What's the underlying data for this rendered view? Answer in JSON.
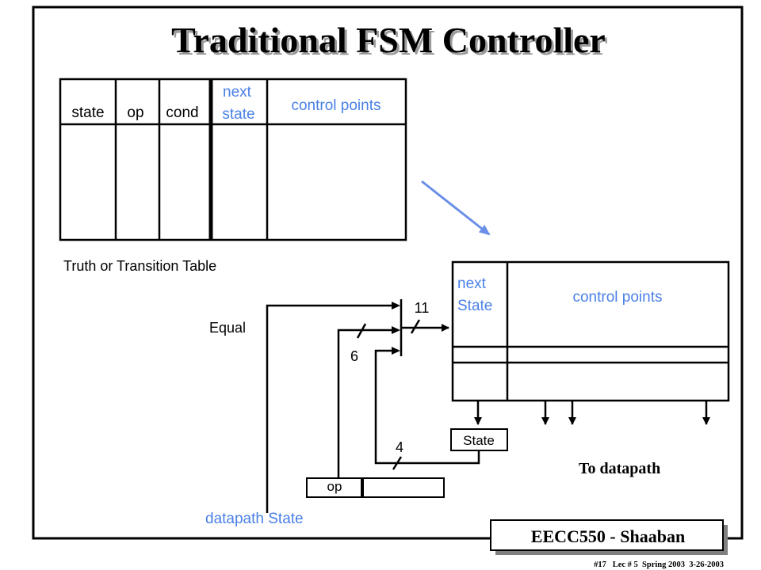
{
  "slide": {
    "title": "Traditional FSM Controller",
    "footer_box": "EECC550 - Shaaban",
    "footer_line": "#17   Lec # 5  Spring 2003  3-26-2003"
  },
  "colors": {
    "blue_label": "#4a80e6",
    "arrow": "#6b8fe8",
    "ink": "#000000"
  },
  "truth_table": {
    "columns": [
      "state",
      "op",
      "cond",
      "next\nstate",
      "control points"
    ],
    "col_state": "state",
    "col_op": "op",
    "col_cond": "cond",
    "col_next_line1": "next",
    "col_next_line2": "state",
    "col_control": "control points",
    "caption": "Truth or Transition Table"
  },
  "rom": {
    "next_line1": "next",
    "next_line2": "State",
    "control": "control points"
  },
  "labels": {
    "equal": "Equal",
    "bus_11": "11",
    "bus_6": "6",
    "bus_4": "4",
    "state_reg": "State",
    "op_reg": "op",
    "to_datapath": "To datapath",
    "datapath_state": "datapath State"
  }
}
